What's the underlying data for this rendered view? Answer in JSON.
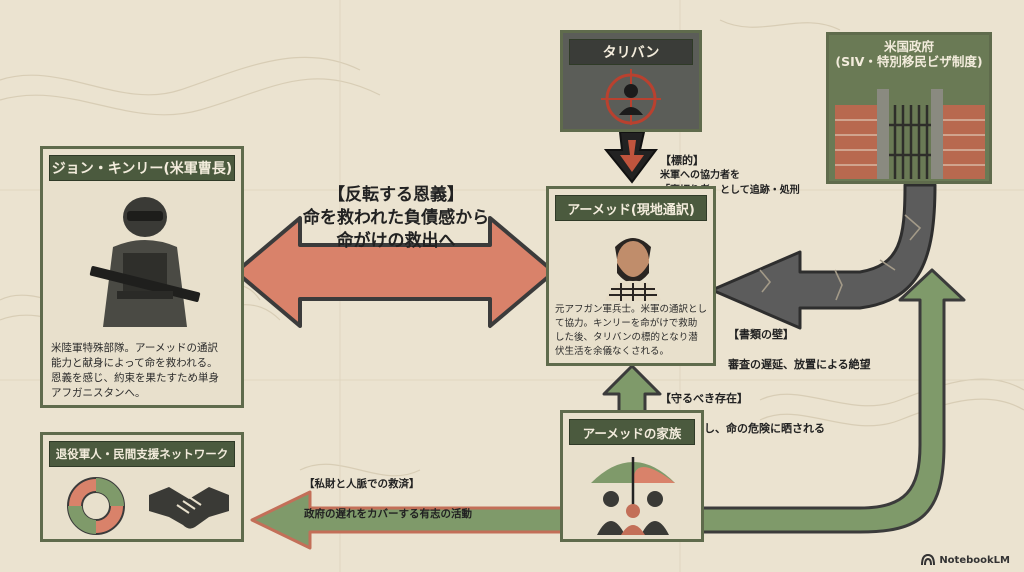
{
  "nodes": {
    "john": {
      "title": "ジョン・キンリー(米軍曹長)",
      "desc": "米陸軍特殊部隊。アーメッドの通訳\n能力と献身によって命を救われる。\n恩義を感じ、約束を果たすため単身\nアフガニスタンへ。"
    },
    "taliban": {
      "title": "タリバン"
    },
    "usgov": {
      "title_line1": "米国政府",
      "title_line2": "(SIV・特別移民ビザ制度)"
    },
    "ahmed": {
      "title": "アーメッド(現地通訳)",
      "desc": "元アフガン軍兵士。米軍の通訳とし\nて協力。キンリーを命がけで救助\nした後、タリバンの標的となり潜\n伏生活を余儀なくされる。"
    },
    "family": {
      "title": "アーメッドの家族"
    },
    "network": {
      "title": "退役軍人・民間支援ネットワーク"
    }
  },
  "labels": {
    "reversal": {
      "line1": "【反転する恩義】",
      "line2": "命を救われた負債感から",
      "line3": "命がけの救出へ"
    },
    "target": {
      "head": "【標的】",
      "line1": "米軍への協力者を",
      "line2": "「裏切り者」として追跡・処刑"
    },
    "paper_wall": {
      "head": "【書類の壁】",
      "line1": "審査の遅延、放置による絶望"
    },
    "protect": {
      "head": "【守るべき存在】",
      "line1": "共に潜伏し、命の危険に晒される"
    },
    "private_rescue": {
      "head": "【私財と人脈での救済】",
      "line1": "政府の遅れをカバーする有志の活動"
    }
  },
  "brand": "NotebookLM",
  "colors": {
    "olive": "#4b5a3e",
    "frame": "#5f6b4c",
    "salmon": "#d9826a",
    "green_arrow": "#7f9a6a",
    "gray_arrow": "#5c5c5c",
    "paper": "#ebe3d0"
  }
}
